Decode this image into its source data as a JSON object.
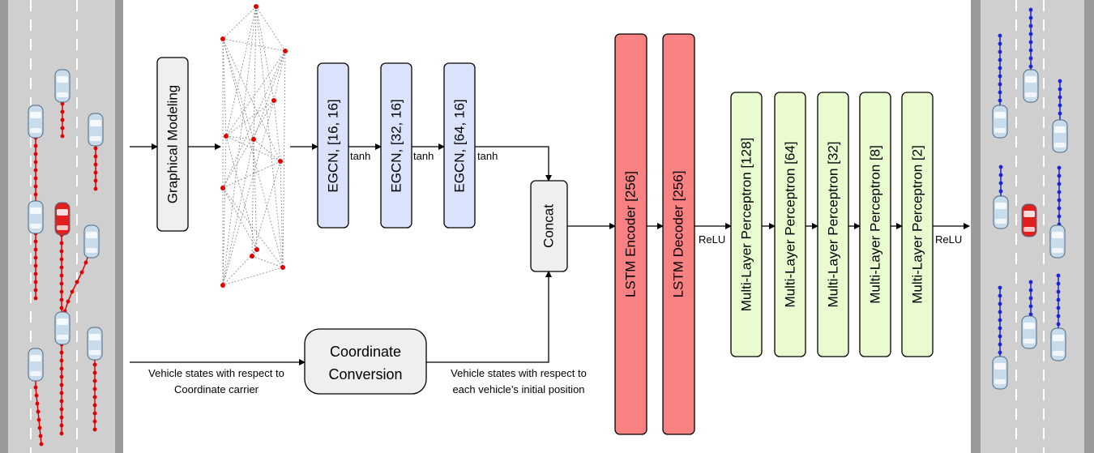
{
  "blocks": {
    "graphical_modeling": "Graphical Modeling",
    "egcn": [
      "EGCN, [16, 16]",
      "EGCN, [32, 16]",
      "EGCN, [64, 16]"
    ],
    "concat": "Concat",
    "coord_conv_line1": "Coordinate",
    "coord_conv_line2": "Conversion",
    "lstm_encoder": "LSTM Encoder [256]",
    "lstm_decoder": "LSTM Decoder [256]",
    "mlp": [
      "Multi-Layer Perceptron [128]",
      "Multi-Layer Perceptron [64]",
      "Multi-Layer Perceptron [32]",
      "Multi-Layer Perceptron [8]",
      "Multi-Layer Perceptron [2]"
    ]
  },
  "activations": {
    "tanh1": "tanh",
    "tanh2": "tanh",
    "tanh3": "tanh",
    "relu1": "ReLU",
    "relu2": "ReLU"
  },
  "captions": {
    "input_line1": "Vehicle states with respect to",
    "input_line2": "Coordinate carrier",
    "output_line1": "Vehicle states with respect to",
    "output_line2": "each vehicle’s initial position"
  },
  "colors": {
    "egcn_fill": "#dae3fb",
    "lstm_fill": "#f88181",
    "mlp_fill": "#e9fbcf",
    "gray_fill": "#efefef",
    "road": "#cfcfcf",
    "traj_input": "#e00000",
    "traj_output": "#1a24d8"
  }
}
